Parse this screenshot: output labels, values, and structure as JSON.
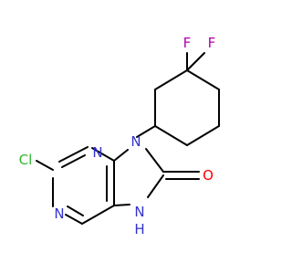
{
  "molecule": {
    "atoms": {
      "f_top": "F",
      "f_right": "F",
      "cl": "Cl",
      "n_upper": "N",
      "n_lower": "N",
      "n9": "N",
      "o": "O",
      "nh": "N",
      "h": "H"
    },
    "colors": {
      "carbon_bond": "#000000",
      "nitrogen": "#3333cc",
      "oxygen": "#ff0000",
      "chlorine": "#2eb82e",
      "fluorine": "#b300b3"
    }
  }
}
